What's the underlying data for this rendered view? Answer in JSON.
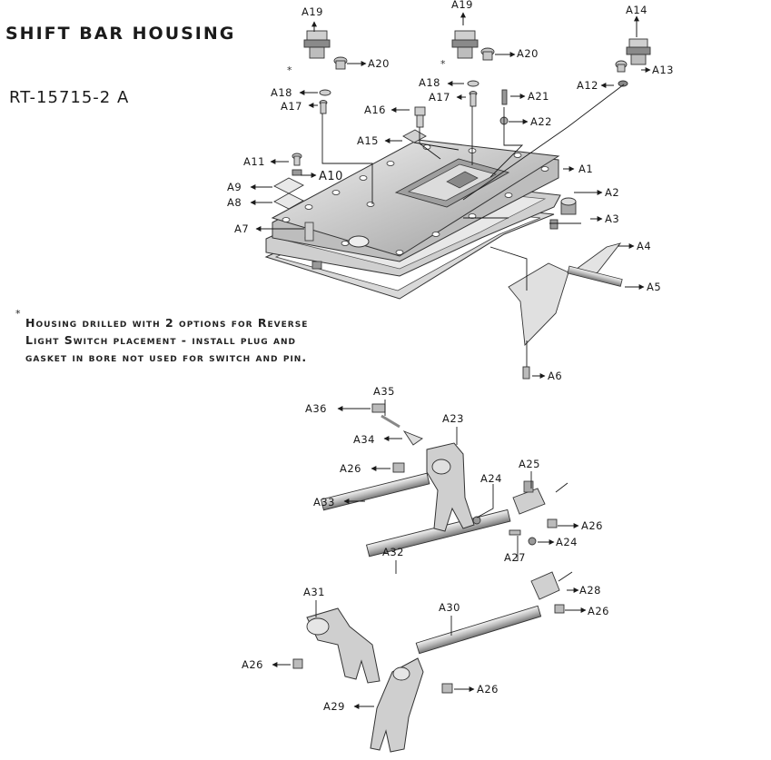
{
  "title": "SHIFT BAR HOUSING",
  "model": "RT-15715-2 A",
  "note": {
    "marker": "*",
    "lines": [
      "Housing drilled with 2 options for Reverse",
      "Light Switch placement - install plug and",
      "gasket in bore not used for switch and pin."
    ]
  },
  "parts": {
    "A1": "A1",
    "A2": "A2",
    "A3": "A3",
    "A4": "A4",
    "A5": "A5",
    "A6": "A6",
    "A7": "A7",
    "A8": "A8",
    "A9": "A9",
    "A10": "A10",
    "A11": "A11",
    "A12": "A12",
    "A13": "A13",
    "A14": "A14",
    "A15": "A15",
    "A16": "A16",
    "A17": "A17",
    "A18": "A18",
    "A19": "A19",
    "A20": "A20",
    "A21": "A21",
    "A22": "A22",
    "A23": "A23",
    "A24": "A24",
    "A25": "A25",
    "A26": "A26",
    "A27": "A27",
    "A28": "A28",
    "A29": "A29",
    "A30": "A30",
    "A31": "A31",
    "A32": "A32",
    "A33": "A33",
    "A34": "A34",
    "A35": "A35",
    "A36": "A36"
  },
  "asterisks": [
    "*",
    "*"
  ],
  "colors": {
    "ink": "#1a1a1a",
    "part_light": "#e6e6e6",
    "part_mid": "#bdbdbd",
    "part_dark": "#7a7a7a",
    "gasket": "#d7d7d7"
  }
}
